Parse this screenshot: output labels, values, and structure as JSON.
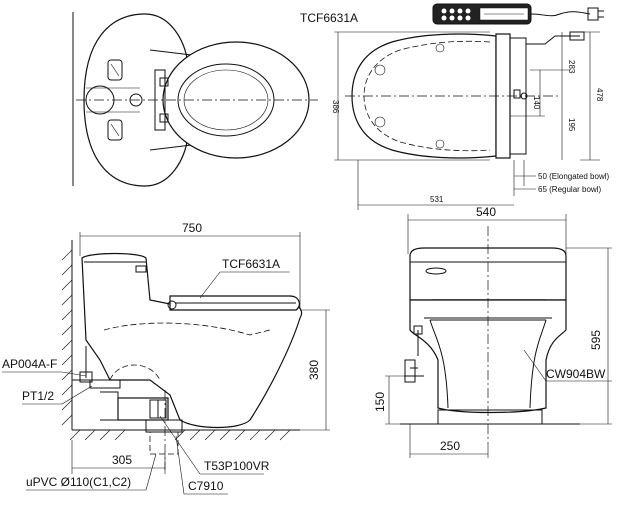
{
  "model_top": "TCF6631A",
  "dims_top": {
    "width_531": "531",
    "depth_386": "386",
    "d_283": "283",
    "d_478": "478",
    "d_140": "140",
    "d_195": "195",
    "elongated": "50 (Elongated bowl)",
    "regular": "65 (Regular bowl)"
  },
  "side_view": {
    "length": "750",
    "model": "TCF6631A",
    "height": "380",
    "rough_in": "305",
    "parts": {
      "ap": "AP004A-F",
      "pt": "PT1/2",
      "t53": "T53P100VR",
      "c7910": "C7910",
      "upvc": "uPVC Ø110(C1,C2)"
    }
  },
  "front_view": {
    "width": "540",
    "height": "595",
    "d150": "150",
    "d250": "250",
    "model": "CW904BW"
  }
}
